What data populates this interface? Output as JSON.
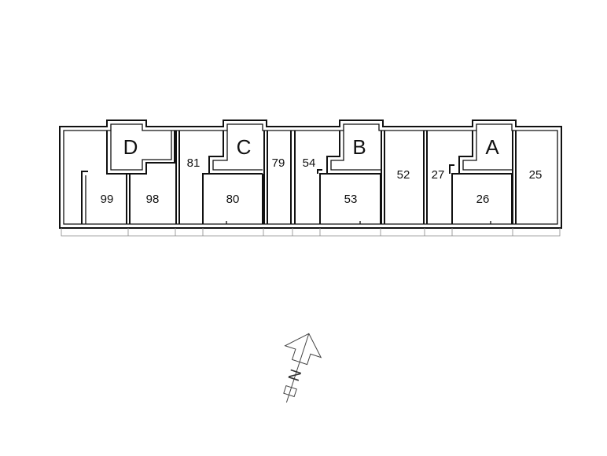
{
  "units": [
    {
      "id": "u99",
      "label": "99"
    },
    {
      "id": "u98",
      "label": "98"
    },
    {
      "id": "u81",
      "label": "81"
    },
    {
      "id": "u80",
      "label": "80"
    },
    {
      "id": "u79",
      "label": "79"
    },
    {
      "id": "u54",
      "label": "54"
    },
    {
      "id": "u53",
      "label": "53"
    },
    {
      "id": "u52",
      "label": "52"
    },
    {
      "id": "u27",
      "label": "27"
    },
    {
      "id": "u26",
      "label": "26"
    },
    {
      "id": "u25",
      "label": "25"
    }
  ],
  "stairwells": [
    {
      "id": "D",
      "label": "D"
    },
    {
      "id": "C",
      "label": "C"
    },
    {
      "id": "B",
      "label": "B"
    },
    {
      "id": "A",
      "label": "A"
    }
  ],
  "north_arrow": {
    "label": "N"
  }
}
